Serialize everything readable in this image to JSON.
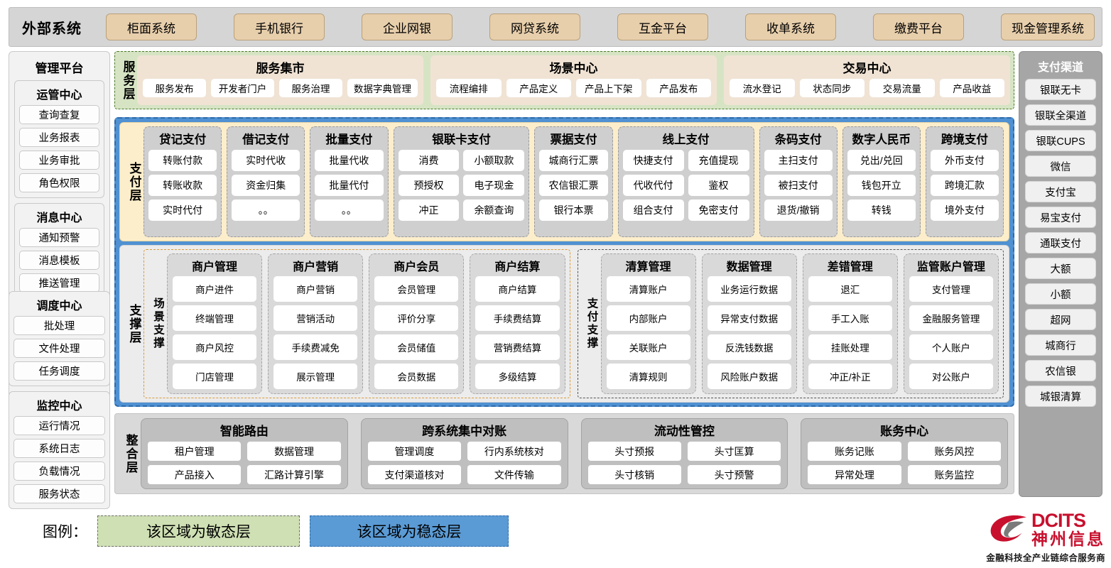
{
  "external": {
    "title": "外部系统",
    "items": [
      "柜面系统",
      "手机银行",
      "企业网银",
      "网贷系统",
      "互金平台",
      "收单系统",
      "缴费平台",
      "现金管理系统"
    ]
  },
  "management": {
    "title": "管理平台",
    "groups": [
      {
        "title": "运管中心",
        "items": [
          "查询查复",
          "业务报表",
          "业务审批",
          "角色权限"
        ]
      },
      {
        "title": "消息中心",
        "items": [
          "通知预警",
          "消息模板",
          "推送管理"
        ]
      }
    ],
    "lower_groups": [
      {
        "title": "调度中心",
        "items": [
          "批处理",
          "文件处理",
          "任务调度"
        ]
      },
      {
        "title": "监控中心",
        "items": [
          "运行情况",
          "系统日志",
          "负载情况",
          "服务状态"
        ]
      }
    ]
  },
  "channels": {
    "title": "支付渠道",
    "items": [
      "银联无卡",
      "银联全渠道",
      "银联CUPS",
      "微信",
      "支付宝",
      "易宝支付",
      "通联支付",
      "大额",
      "小额",
      "超网",
      "城商行",
      "农信银",
      "城银清算"
    ]
  },
  "service_layer": {
    "label": "服务层",
    "groups": [
      {
        "title": "服务集市",
        "items": [
          "服务发布",
          "开发者门户",
          "服务治理",
          "数据字典管理"
        ]
      },
      {
        "title": "场景中心",
        "items": [
          "流程编排",
          "产品定义",
          "产品上下架",
          "产品发布"
        ]
      },
      {
        "title": "交易中心",
        "items": [
          "流水登记",
          "状态同步",
          "交易流量",
          "产品收益"
        ]
      }
    ]
  },
  "payment_layer": {
    "label": "支付层",
    "groups": [
      {
        "title": "贷记支付",
        "cols": 1,
        "rows": [
          [
            "转账付款"
          ],
          [
            "转账收款"
          ],
          [
            "实时代付"
          ]
        ]
      },
      {
        "title": "借记支付",
        "cols": 1,
        "rows": [
          [
            "实时代收"
          ],
          [
            "资金归集"
          ],
          [
            "。。"
          ]
        ]
      },
      {
        "title": "批量支付",
        "cols": 1,
        "rows": [
          [
            "批量代收"
          ],
          [
            "批量代付"
          ],
          [
            "。。"
          ]
        ]
      },
      {
        "title": "银联卡支付",
        "cols": 2,
        "rows": [
          [
            "消费",
            "小额取款"
          ],
          [
            "预授权",
            "电子现金"
          ],
          [
            "冲正",
            "余额查询"
          ]
        ]
      },
      {
        "title": "票据支付",
        "cols": 1,
        "rows": [
          [
            "城商行汇票"
          ],
          [
            "农信银汇票"
          ],
          [
            "银行本票"
          ]
        ]
      },
      {
        "title": "线上支付",
        "cols": 2,
        "rows": [
          [
            "快捷支付",
            "充值提现"
          ],
          [
            "代收代付",
            "鉴权"
          ],
          [
            "组合支付",
            "免密支付"
          ]
        ]
      },
      {
        "title": "条码支付",
        "cols": 1,
        "rows": [
          [
            "主扫支付"
          ],
          [
            "被扫支付"
          ],
          [
            "退货/撤销"
          ]
        ]
      },
      {
        "title": "数字人民币",
        "cols": 1,
        "rows": [
          [
            "兑出/兑回"
          ],
          [
            "钱包开立"
          ],
          [
            "转钱"
          ]
        ]
      },
      {
        "title": "跨境支付",
        "cols": 1,
        "rows": [
          [
            "外币支付"
          ],
          [
            "跨境汇款"
          ],
          [
            "境外支付"
          ]
        ]
      }
    ]
  },
  "support_layer": {
    "label": "支撑层",
    "scene": {
      "label": "场景支撑",
      "groups": [
        {
          "title": "商户管理",
          "items": [
            "商户进件",
            "终端管理",
            "商户风控",
            "门店管理"
          ]
        },
        {
          "title": "商户营销",
          "items": [
            "商户营销",
            "营销活动",
            "手续费减免",
            "展示管理"
          ]
        },
        {
          "title": "商户会员",
          "items": [
            "会员管理",
            "评价分享",
            "会员储值",
            "会员数据"
          ]
        },
        {
          "title": "商户结算",
          "items": [
            "商户结算",
            "手续费结算",
            "营销费结算",
            "多级结算"
          ]
        }
      ]
    },
    "payment_support": {
      "label": "支付支撑",
      "groups": [
        {
          "title": "清算管理",
          "items": [
            "清算账户",
            "内部账户",
            "关联账户",
            "清算规则"
          ]
        },
        {
          "title": "数据管理",
          "items": [
            "业务运行数据",
            "异常支付数据",
            "反洗钱数据",
            "风险账户数据"
          ]
        },
        {
          "title": "差错管理",
          "items": [
            "退汇",
            "手工入账",
            "挂账处理",
            "冲正/补正"
          ]
        },
        {
          "title": "监管账户管理",
          "items": [
            "支付管理",
            "金融服务管理",
            "个人账户",
            "对公账户"
          ]
        }
      ]
    }
  },
  "integration_layer": {
    "label": "整合层",
    "groups": [
      {
        "title": "智能路由",
        "rows": [
          [
            "租户管理",
            "数据管理"
          ],
          [
            "产品接入",
            "汇路计算引擎"
          ]
        ]
      },
      {
        "title": "跨系统集中对账",
        "rows": [
          [
            "管理调度",
            "行内系统核对"
          ],
          [
            "支付渠道核对",
            "文件传输"
          ]
        ]
      },
      {
        "title": "流动性管控",
        "rows": [
          [
            "头寸预报",
            "头寸匡算"
          ],
          [
            "头寸核销",
            "头寸预警"
          ]
        ]
      },
      {
        "title": "账务中心",
        "rows": [
          [
            "账务记账",
            "账务风控"
          ],
          [
            "异常处理",
            "账务监控"
          ]
        ]
      }
    ]
  },
  "legend": {
    "label": "图例：",
    "agile": "该区域为敏态层",
    "stable": "该区域为稳态层",
    "agile_color": "#cfe0b4",
    "stable_color": "#5b9bd5"
  },
  "logo": {
    "english": "DCITS",
    "chinese": "神州信息",
    "tagline": "金融科技全产业链综合服务商",
    "color": "#c8102e"
  }
}
